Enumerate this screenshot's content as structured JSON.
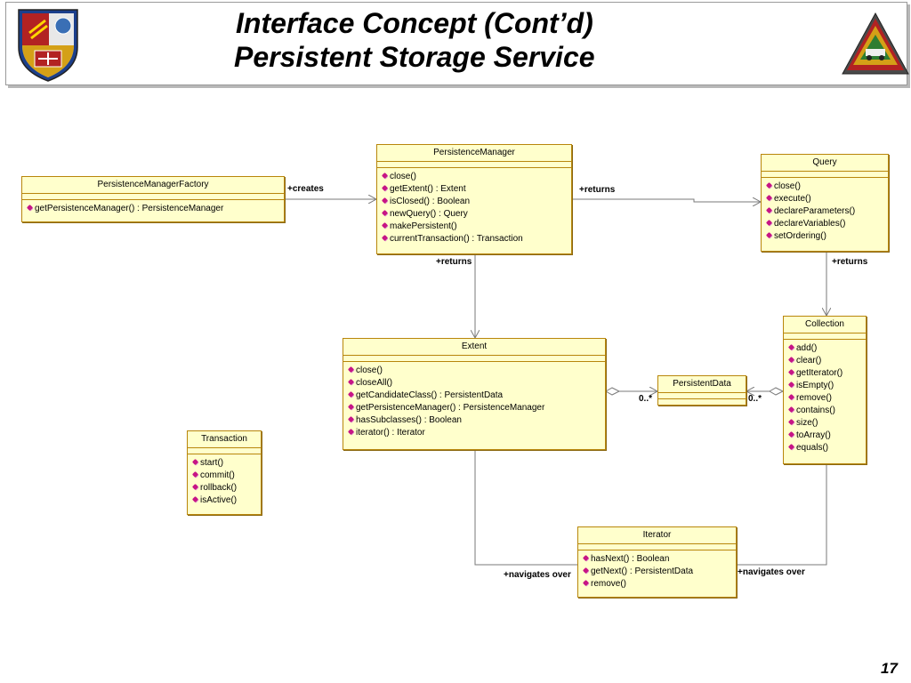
{
  "header": {
    "title_line1": "Interface Concept (Cont’d)",
    "title_line2": "Persistent Storage Service",
    "left_logo": "army-crest-icon",
    "right_logo": "triangle-emblem-icon"
  },
  "classes": {
    "factory": {
      "name": "PersistenceManagerFactory",
      "ops": [
        "getPersistenceManager() : PersistenceManager"
      ]
    },
    "manager": {
      "name": "PersistenceManager",
      "ops": [
        "close()",
        "getExtent() : Extent",
        "isClosed() : Boolean",
        "newQuery() : Query",
        "makePersistent()",
        "currentTransaction() : Transaction"
      ]
    },
    "query": {
      "name": "Query",
      "ops": [
        "close()",
        "execute()",
        "declareParameters()",
        "declareVariables()",
        "setOrdering()"
      ]
    },
    "extent": {
      "name": "Extent",
      "ops": [
        "close()",
        "closeAll()",
        "getCandidateClass() : PersistentData",
        "getPersistenceManager() : PersistenceManager",
        "hasSubclasses() : Boolean",
        "iterator() : Iterator"
      ]
    },
    "persistentdata": {
      "name": "PersistentData",
      "ops": []
    },
    "collection": {
      "name": "Collection",
      "ops": [
        "add()",
        "clear()",
        "getIterator()",
        "isEmpty()",
        "remove()",
        "contains()",
        "size()",
        "toArray()",
        "equals()"
      ]
    },
    "transaction": {
      "name": "Transaction",
      "ops": [
        "start()",
        "commit()",
        "rollback()",
        "isActive()"
      ]
    },
    "iterator": {
      "name": "Iterator",
      "ops": [
        "hasNext() : Boolean",
        "getNext() : PersistentData",
        "remove()"
      ]
    }
  },
  "relations": {
    "creates": "+creates",
    "returns_query": "+returns",
    "returns_extent": "+returns",
    "returns_collection": "+returns",
    "extent_mult": "0..*",
    "collection_mult": "0..*",
    "nav_extent": "+navigates over",
    "nav_collection": "+navigates over"
  },
  "footer": {
    "page_number": "17"
  },
  "colors": {
    "class_fill": "#ffffcc",
    "class_border": "#b8860b",
    "op_bullet": "#c71585",
    "line": "#808080"
  }
}
